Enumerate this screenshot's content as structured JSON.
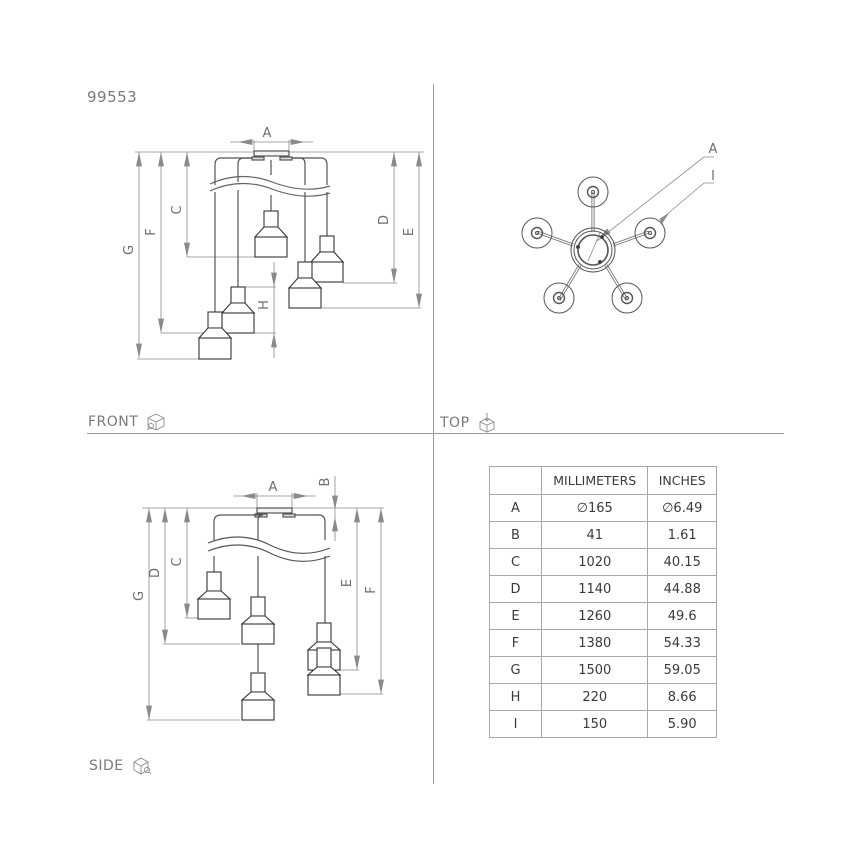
{
  "product_code": "99553",
  "views": {
    "front": {
      "label": "FRONT",
      "icon": "front-view-cube-icon",
      "dimension_labels": [
        "A",
        "C",
        "D",
        "E",
        "F",
        "G",
        "H"
      ]
    },
    "top": {
      "label": "TOP",
      "icon": "top-view-cube-icon",
      "dimension_labels": [
        "A",
        "I"
      ]
    },
    "side": {
      "label": "SIDE",
      "icon": "side-view-cube-icon",
      "dimension_labels": [
        "A",
        "B",
        "C",
        "D",
        "E",
        "F",
        "G"
      ]
    }
  },
  "dimension_table": {
    "headers": [
      "",
      "MILLIMETERS",
      "INCHES"
    ],
    "rows": [
      {
        "key": "A",
        "mm": "∅165",
        "in": "∅6.49"
      },
      {
        "key": "B",
        "mm": "41",
        "in": "1.61"
      },
      {
        "key": "C",
        "mm": "1020",
        "in": "40.15"
      },
      {
        "key": "D",
        "mm": "1140",
        "in": "44.88"
      },
      {
        "key": "E",
        "mm": "1260",
        "in": "49.6"
      },
      {
        "key": "F",
        "mm": "1380",
        "in": "54.33"
      },
      {
        "key": "G",
        "mm": "1500",
        "in": "59.05"
      },
      {
        "key": "H",
        "mm": "220",
        "in": "8.66"
      },
      {
        "key": "I",
        "mm": "150",
        "in": "5.90"
      }
    ]
  },
  "labels": {
    "A": "A",
    "B": "B",
    "C": "C",
    "D": "D",
    "E": "E",
    "F": "F",
    "G": "G",
    "H": "H",
    "I": "I"
  }
}
